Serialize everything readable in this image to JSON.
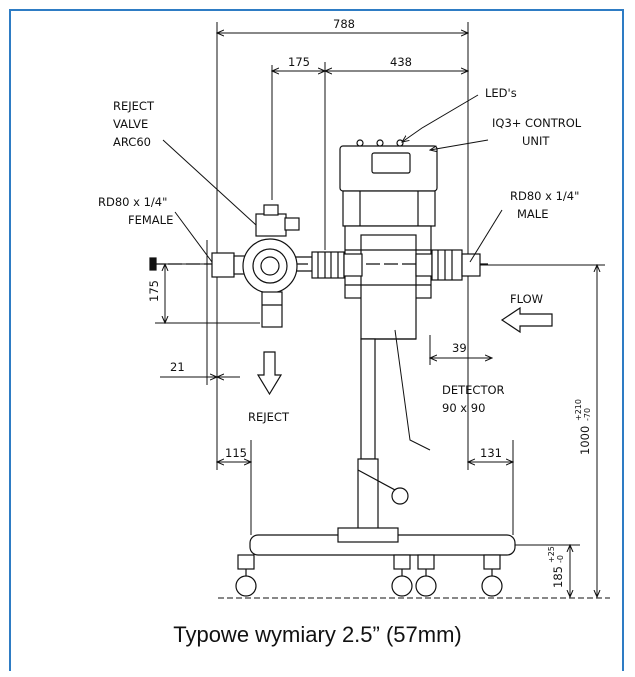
{
  "dimensions": {
    "overall_width": "788",
    "valve_offset": "175",
    "valve_to_right": "438",
    "pipe_height": "175",
    "left_offset": "21",
    "detector_offset": "39",
    "base_left": "115",
    "base_right": "131",
    "total_height": "1000",
    "total_height_tol_upper": "+210",
    "total_height_tol_lower": "-70",
    "base_height": "185",
    "base_height_tol_upper": "+25",
    "base_height_tol_lower": "-0"
  },
  "labels": {
    "reject_valve": [
      "REJECT",
      "VALVE",
      "ARC60"
    ],
    "female_coupling": [
      "RD80 x 1/4\"",
      "FEMALE"
    ],
    "male_coupling": [
      "RD80 x 1/4\"",
      "MALE"
    ],
    "leds": "LED's",
    "control_unit": [
      "IQ3+ CONTROL",
      "UNIT"
    ],
    "flow": "FLOW",
    "reject": "REJECT",
    "detector": [
      "DETECTOR",
      "90 x 90"
    ]
  },
  "caption": "Typowe wymiary 2.5” (57mm)",
  "colors": {
    "frame": "#2e7cc4",
    "line": "#111111"
  }
}
